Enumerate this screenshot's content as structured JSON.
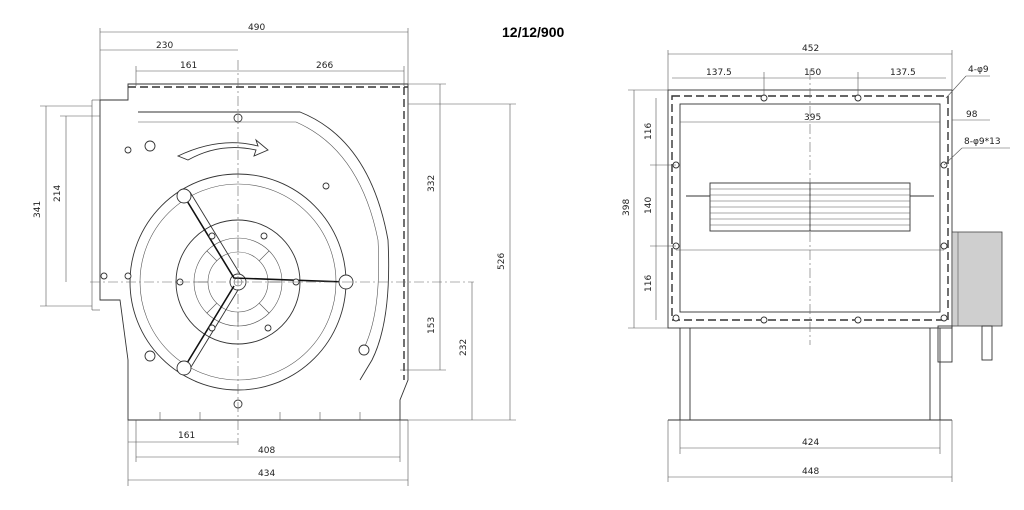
{
  "title": "12/12/900",
  "front_view": {
    "dims": {
      "overall_width": "490",
      "to_center_left": "230",
      "top_left_offset": "161",
      "top_right_span": "266",
      "inlet_height": "341",
      "inner_height": "214",
      "outlet_height": "332",
      "overall_height": "526",
      "lower_hole": "153",
      "center_to_base": "232",
      "base_offset": "161",
      "base_holes": "408",
      "base_width": "434"
    }
  },
  "side_view": {
    "dims": {
      "overall_width": "452",
      "hole_left": "137.5",
      "hole_center": "150",
      "hole_right": "137.5",
      "inner_width": "395",
      "holes_4": "4-φ9",
      "flange": "98",
      "holes_8": "8-φ9*13",
      "top_gap": "116",
      "mid_gap": "140",
      "bot_gap": "116",
      "overall_height": "398",
      "base_inner": "424",
      "base_outer": "448"
    }
  }
}
